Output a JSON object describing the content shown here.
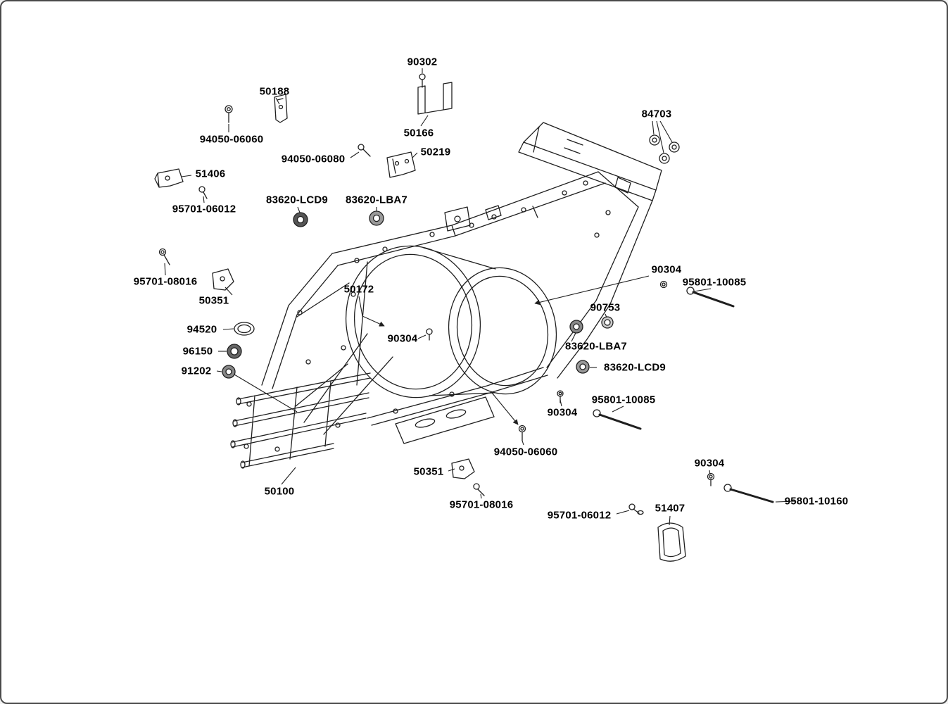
{
  "diagram": {
    "background": "#ffffff",
    "line_color": "#1f1f1f",
    "text_color": "#000000"
  },
  "labels": [
    {
      "text": "90302"
    },
    {
      "text": "50188"
    },
    {
      "text": "94050-06060"
    },
    {
      "text": "50166"
    },
    {
      "text": "94050-06080"
    },
    {
      "text": "50219"
    },
    {
      "text": "84703"
    },
    {
      "text": "51406"
    },
    {
      "text": "95701-06012"
    },
    {
      "text": "83620-LCD9"
    },
    {
      "text": "83620-LBA7"
    },
    {
      "text": "95701-08016"
    },
    {
      "text": "50351"
    },
    {
      "text": "50172"
    },
    {
      "text": "90304"
    },
    {
      "text": "95801-10085"
    },
    {
      "text": "90753"
    },
    {
      "text": "94520"
    },
    {
      "text": "90304"
    },
    {
      "text": "83620-LBA7"
    },
    {
      "text": "96150"
    },
    {
      "text": "83620-LCD9"
    },
    {
      "text": "91202"
    },
    {
      "text": "95801-10085"
    },
    {
      "text": "90304"
    },
    {
      "text": "94050-06060"
    },
    {
      "text": "50351"
    },
    {
      "text": "50100"
    },
    {
      "text": "90304"
    },
    {
      "text": "95701-08016"
    },
    {
      "text": "95701-06012"
    },
    {
      "text": "51407"
    },
    {
      "text": "95801-10160"
    }
  ]
}
